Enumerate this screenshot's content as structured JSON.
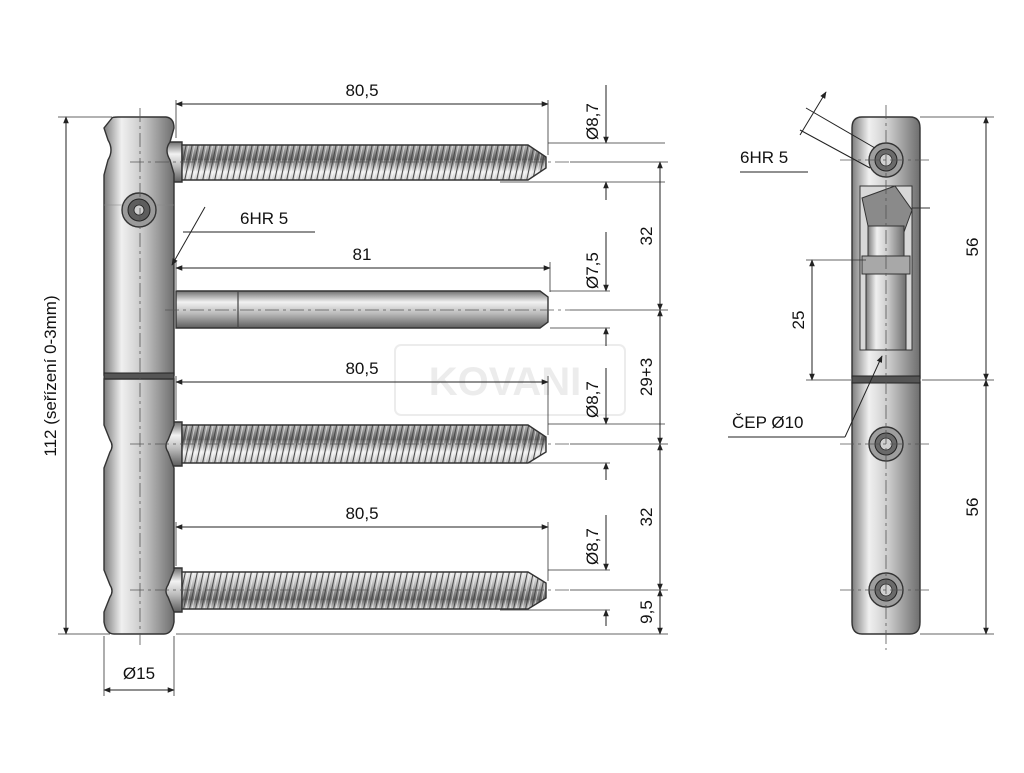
{
  "watermark": "KOVANI",
  "colors": {
    "metal_light": "#e8e8e8",
    "metal_mid": "#b9b9b9",
    "metal_dark": "#7d7d7d",
    "outline": "#333333",
    "dimension": "#222222"
  },
  "front_view": {
    "screw_top_length": "80,5",
    "screw_top_diameter": "Ø8,7",
    "hex_key": "6HR 5",
    "pin_length": "81",
    "pin_diameter": "Ø7,5",
    "screw_mid_length": "80,5",
    "screw_mid_diameter": "Ø8,7",
    "screw_bottom_length": "80,5",
    "screw_bottom_diameter": "Ø8,7",
    "spacing_top": "32",
    "spacing_middle": "29+3",
    "spacing_lower": "32",
    "bottom_offset": "9,5",
    "total_height": "112 (seřízení 0-3mm)",
    "body_diameter": "Ø15"
  },
  "side_view": {
    "hex_key": "6HR 5",
    "upper_height": "56",
    "lower_height": "56",
    "insert_height": "25",
    "pin_label": "ČEP Ø10"
  }
}
